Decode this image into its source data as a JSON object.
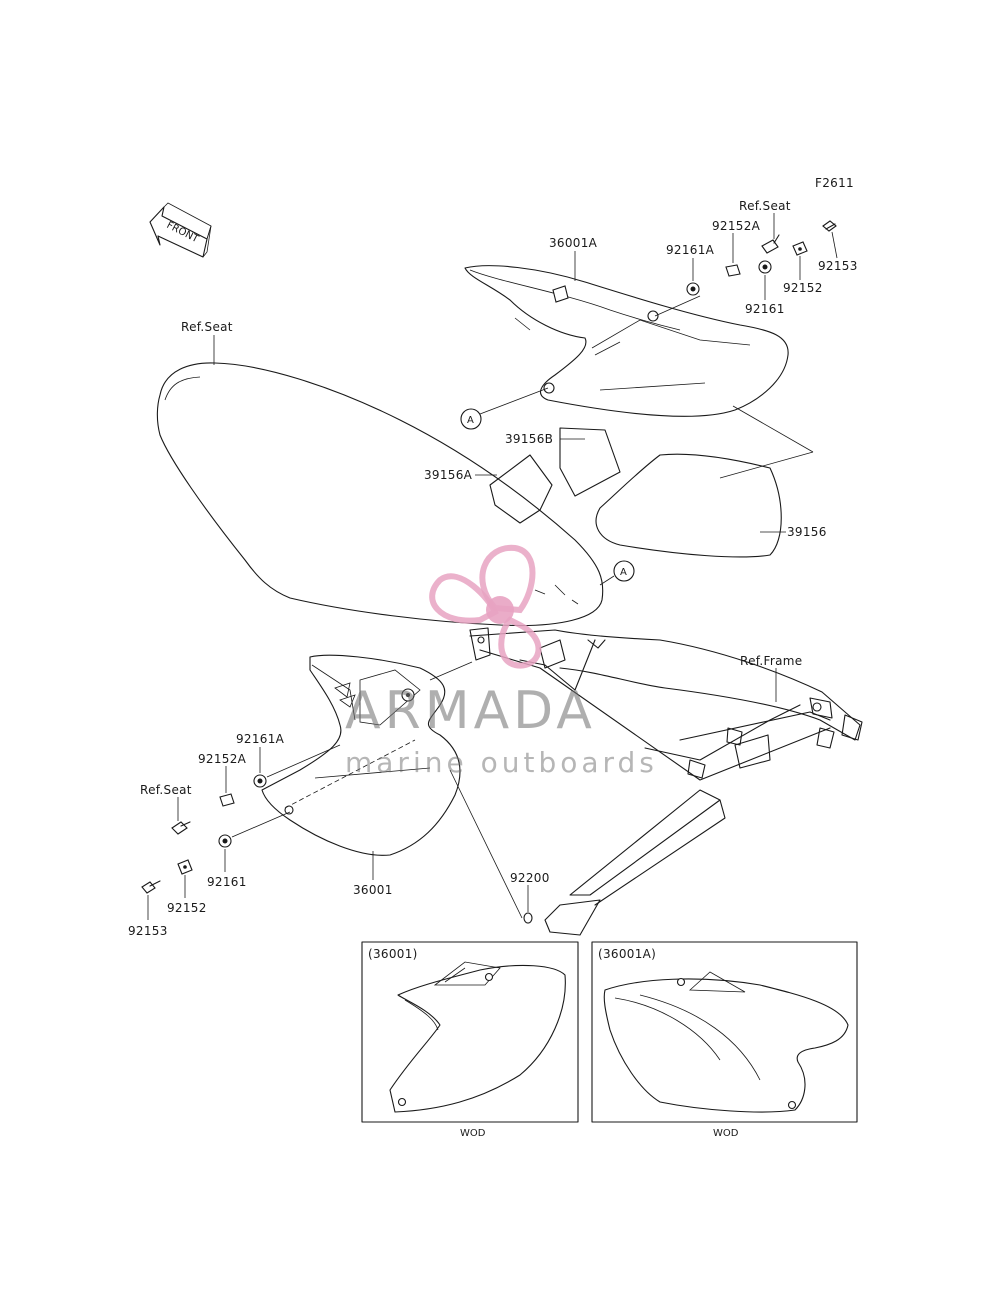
{
  "diagram": {
    "figure_code": "F2611",
    "front_marker": "FRONT",
    "ref_labels": {
      "seat_main": "Ref.Seat",
      "seat_top_right": "Ref.Seat",
      "seat_left_bolt": "Ref.Seat",
      "frame": "Ref.Frame"
    },
    "callout_marker": "A",
    "parts": {
      "p36001A": "36001A",
      "p92161A_top": "92161A",
      "p92152A_top": "92152A",
      "p92161_top": "92161",
      "p92152_top": "92152",
      "p92153_top": "92153",
      "p39156B": "39156B",
      "p39156A": "39156A",
      "p39156": "39156",
      "p92161A_left": "92161A",
      "p92152A_left": "92152A",
      "p92161_left": "92161",
      "p92152_left": "92152",
      "p92153_left": "92153",
      "p36001": "36001",
      "p92200": "92200"
    },
    "insets": [
      {
        "title": "(36001)",
        "note": "WOD"
      },
      {
        "title": "(36001A)",
        "note": "WOD"
      }
    ]
  },
  "watermark": {
    "brand": "ARMADA",
    "tagline": "marine outboards",
    "colors": {
      "logo_pink": "#e8a3c2",
      "logo_gray": "#6f6f6f"
    }
  }
}
